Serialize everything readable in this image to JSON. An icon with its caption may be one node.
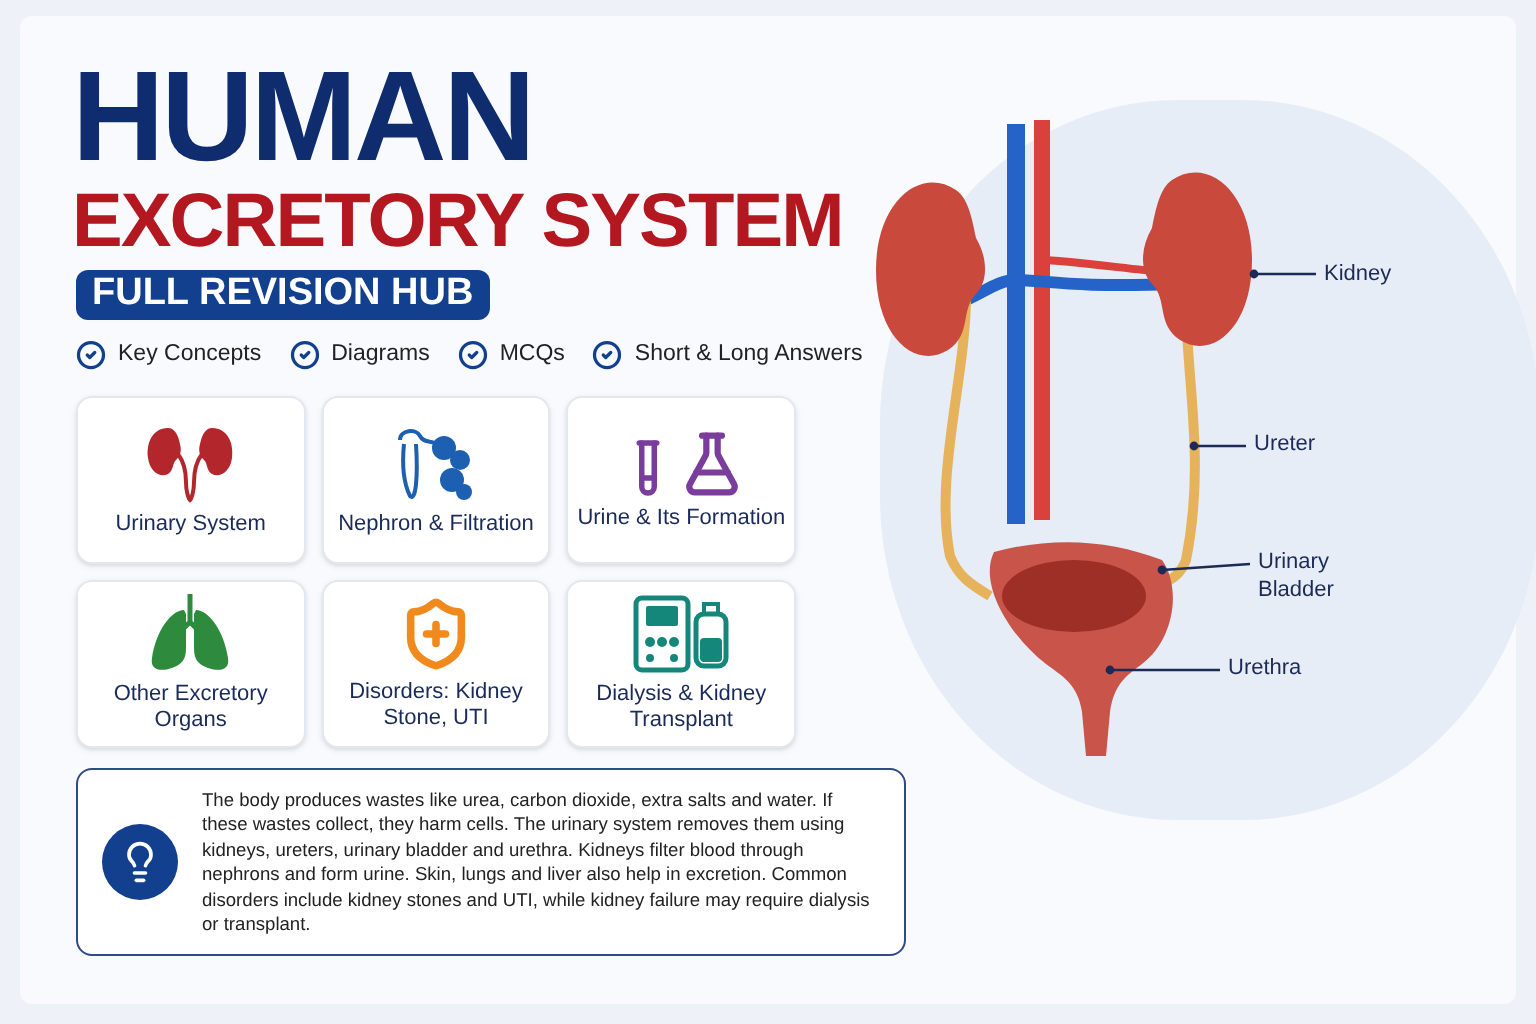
{
  "diagram": {
    "title": "HUMAN EXCRETORY SYSTEM",
    "nodes": [
      {
        "text": [
          "Urinary System"
        ]
      },
      {
        "text": [
          "Nephron & Filtration"
        ]
      },
      {
        "text": [
          "Urine & Its Formation"
        ]
      },
      {
        "text": [
          "Other Excretory Organs"
        ]
      },
      {
        "text": [
          "Disorders: Kidney Stone, UTI"
        ]
      },
      {
        "text": [
          "Dialysis & Kidney Transplant"
        ]
      },
      {
        "text": [
          "The body produces wastes like urea, carbon dioxide, extra salts and water. If these wastes collect, they harm cells. The urinary system removes them using kidneys, ureters, urinary bladder and urethra. Kidneys filter blood through nephrons and form urine. Skin, lungs and liver also help in excretion. Common disorders include kidney stones and UTI, while kidney failure may require dialysis or transplant."
        ]
      },
      {
        "text": [
          "Kidney"
        ]
      },
      {
        "text": [
          "Ureter"
        ]
      },
      {
        "text": [
          "Urinary Bladder"
        ]
      },
      {
        "text": [
          "Urethra"
        ]
      }
    ],
    "edges": [
      {
        "from": 7,
        "to": null,
        "arrow": "other"
      },
      {
        "from": 8,
        "to": null,
        "arrow": "other"
      },
      {
        "from": 9,
        "to": null,
        "arrow": "other"
      },
      {
        "from": 10,
        "to": null,
        "arrow": "other"
      }
    ],
    "labels": [
      "FULL REVISION HUB",
      "Key Concepts",
      "Diagrams",
      "MCQs",
      "Short & Long Answers"
    ]
  }
}
